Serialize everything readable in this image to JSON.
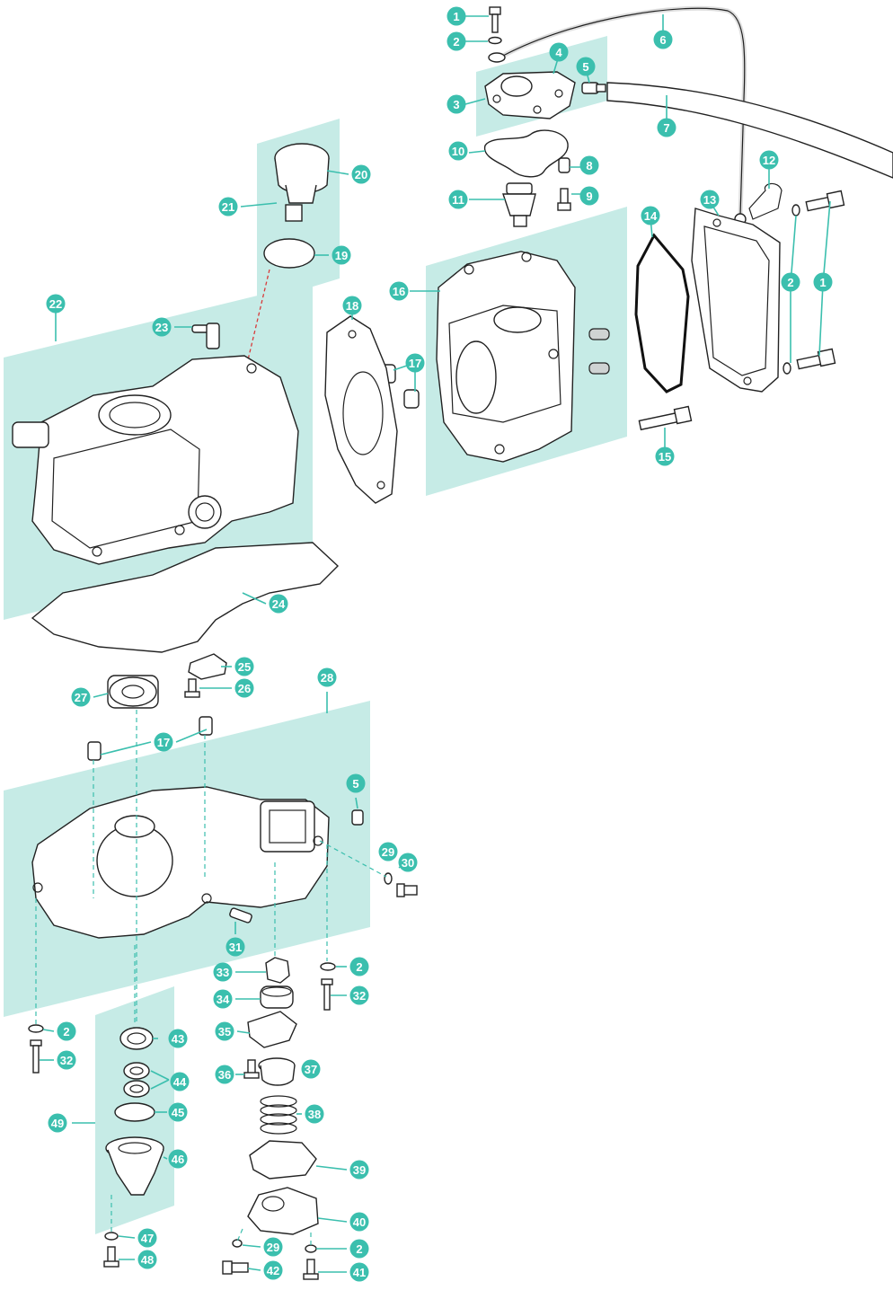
{
  "colors": {
    "badge": "#3bbfae",
    "panel": "#c6ebe6",
    "line": "#222222",
    "guide": "#3bbfae",
    "oil_path": "#d83a3a"
  },
  "callouts": [
    {
      "id": "c1a",
      "label": "1"
    },
    {
      "id": "c2a",
      "label": "2"
    },
    {
      "id": "c3",
      "label": "3"
    },
    {
      "id": "c4",
      "label": "4"
    },
    {
      "id": "c5a",
      "label": "5"
    },
    {
      "id": "c6",
      "label": "6"
    },
    {
      "id": "c7",
      "label": "7"
    },
    {
      "id": "c8",
      "label": "8"
    },
    {
      "id": "c9",
      "label": "9"
    },
    {
      "id": "c10",
      "label": "10"
    },
    {
      "id": "c11",
      "label": "11"
    },
    {
      "id": "c12",
      "label": "12"
    },
    {
      "id": "c13",
      "label": "13"
    },
    {
      "id": "c14",
      "label": "14"
    },
    {
      "id": "c15",
      "label": "15"
    },
    {
      "id": "c16",
      "label": "16"
    },
    {
      "id": "c17a",
      "label": "17"
    },
    {
      "id": "c18",
      "label": "18"
    },
    {
      "id": "c19",
      "label": "19"
    },
    {
      "id": "c20",
      "label": "20"
    },
    {
      "id": "c21",
      "label": "21"
    },
    {
      "id": "c22",
      "label": "22"
    },
    {
      "id": "c23",
      "label": "23"
    },
    {
      "id": "c24",
      "label": "24"
    },
    {
      "id": "c2b",
      "label": "2"
    },
    {
      "id": "c1b",
      "label": "1"
    },
    {
      "id": "c25",
      "label": "25"
    },
    {
      "id": "c26",
      "label": "26"
    },
    {
      "id": "c27",
      "label": "27"
    },
    {
      "id": "c28",
      "label": "28"
    },
    {
      "id": "c17b",
      "label": "17"
    },
    {
      "id": "c5b",
      "label": "5"
    },
    {
      "id": "c29a",
      "label": "29"
    },
    {
      "id": "c30",
      "label": "30"
    },
    {
      "id": "c31",
      "label": "31"
    },
    {
      "id": "c33",
      "label": "33"
    },
    {
      "id": "c2c",
      "label": "2"
    },
    {
      "id": "c34",
      "label": "34"
    },
    {
      "id": "c32a",
      "label": "32"
    },
    {
      "id": "c35",
      "label": "35"
    },
    {
      "id": "c43",
      "label": "43"
    },
    {
      "id": "c2d",
      "label": "2"
    },
    {
      "id": "c32b",
      "label": "32"
    },
    {
      "id": "c36",
      "label": "36"
    },
    {
      "id": "c37",
      "label": "37"
    },
    {
      "id": "c44",
      "label": "44"
    },
    {
      "id": "c49",
      "label": "49"
    },
    {
      "id": "c45",
      "label": "45"
    },
    {
      "id": "c38",
      "label": "38"
    },
    {
      "id": "c46",
      "label": "46"
    },
    {
      "id": "c39",
      "label": "39"
    },
    {
      "id": "c40",
      "label": "40"
    },
    {
      "id": "c47",
      "label": "47"
    },
    {
      "id": "c29b",
      "label": "29"
    },
    {
      "id": "c2e",
      "label": "2"
    },
    {
      "id": "c48",
      "label": "48"
    },
    {
      "id": "c42",
      "label": "42"
    },
    {
      "id": "c41",
      "label": "41"
    }
  ]
}
